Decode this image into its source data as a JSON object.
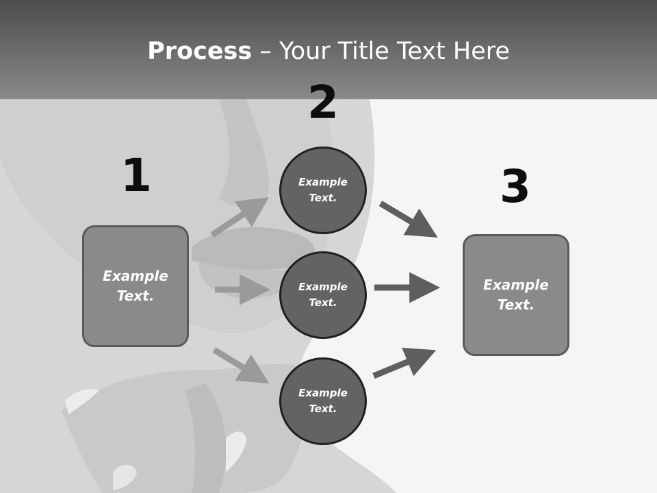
{
  "title": {
    "bold": "Process",
    "rest": " – Your Title Text Here"
  },
  "steps": [
    {
      "number": "1",
      "text": "Example Text."
    },
    {
      "number": "2",
      "text": "Example Text."
    },
    {
      "number": "3",
      "text": "Example Text."
    }
  ],
  "circles": [
    {
      "text": "Example Text."
    },
    {
      "text": "Example Text."
    },
    {
      "text": "Example Text."
    }
  ],
  "colors": {
    "header": "#6e6e6e",
    "box_fill": "#8a8a8a",
    "circle_fill": "#636363",
    "arrow_left": "#9a9a9a",
    "arrow_right": "#5e5e5e"
  }
}
